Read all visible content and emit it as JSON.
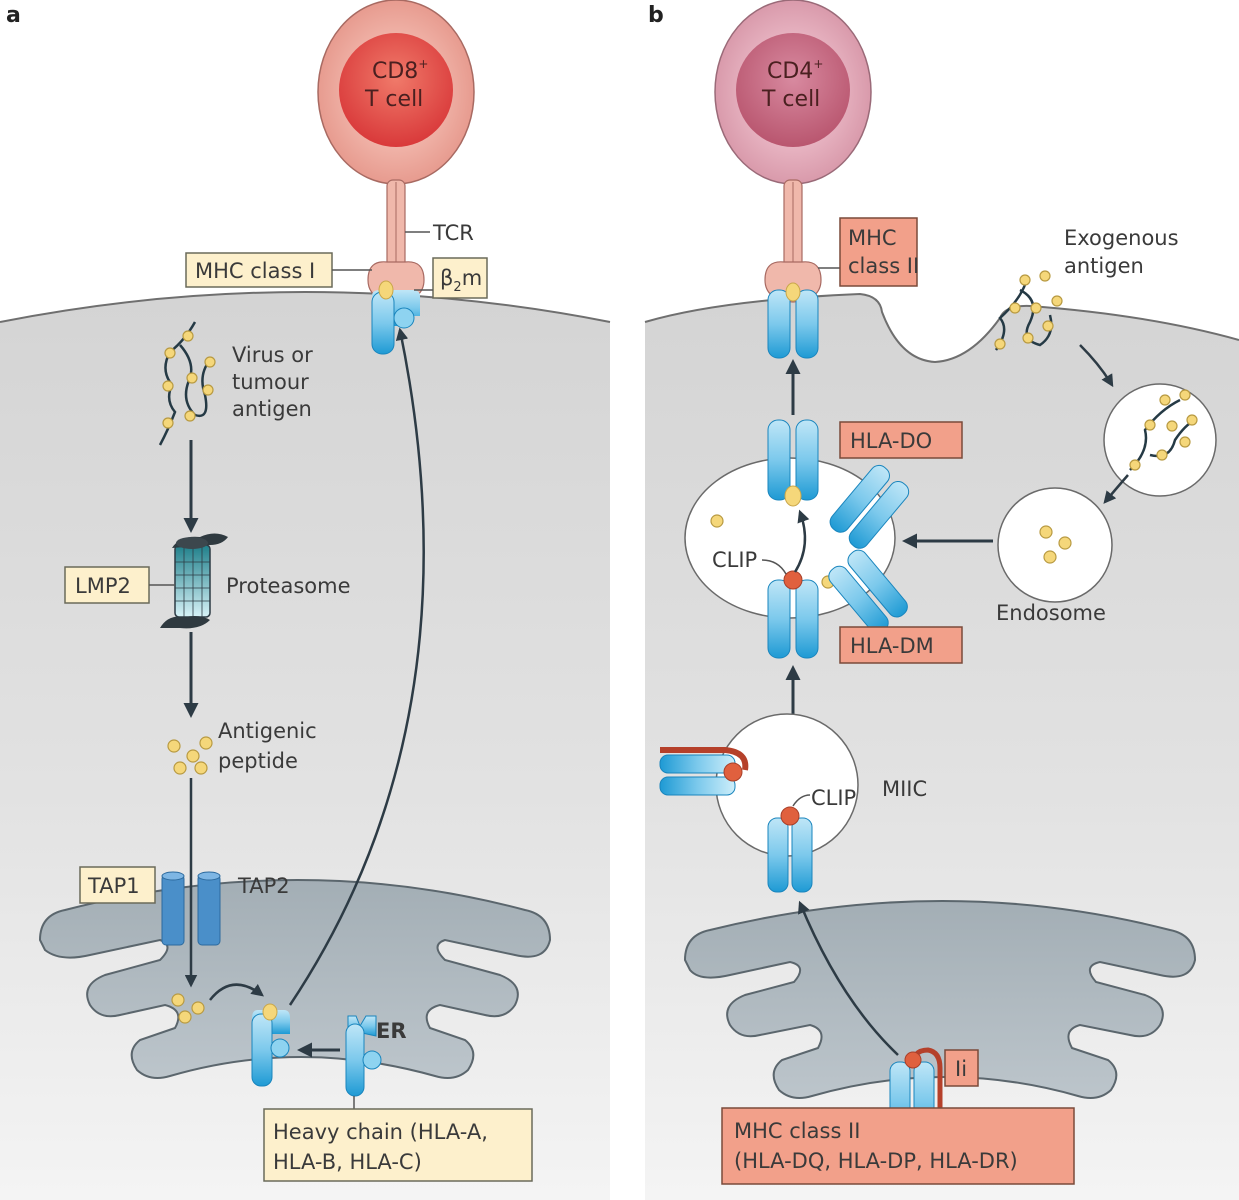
{
  "figure": {
    "panel_a": {
      "letter": "a",
      "t_cell": {
        "line1": "CD8",
        "superscript": "+",
        "line2": "T cell"
      },
      "labels": {
        "tcr": "TCR",
        "mhc_class_i": "MHC class I",
        "b2m_beta": "β",
        "b2m_sub": "2",
        "b2m_m": "m",
        "antigen_line1": "Virus or",
        "antigen_line2": "tumour",
        "antigen_line3": "antigen",
        "lmp2": "LMP2",
        "proteasome": "Proteasome",
        "peptide_line1": "Antigenic",
        "peptide_line2": "peptide",
        "tap1": "TAP1",
        "tap2": "TAP2",
        "er": "ER",
        "heavy_chain_line1": "Heavy chain (HLA-A,",
        "heavy_chain_line2": "HLA-B, HLA-C)"
      }
    },
    "panel_b": {
      "letter": "b",
      "t_cell": {
        "line1": "CD4",
        "superscript": "+",
        "line2": "T cell"
      },
      "labels": {
        "mhc_class_ii_line1": "MHC",
        "mhc_class_ii_line2": "class II",
        "exogenous_line1": "Exogenous",
        "exogenous_line2": "antigen",
        "hla_do": "HLA-DO",
        "hla_dm": "HLA-DM",
        "clip_upper": "CLIP",
        "endosome": "Endosome",
        "miic": "MIIC",
        "clip_lower": "CLIP",
        "ii": "Ii",
        "mhc_ii_box_line1": "MHC class II",
        "mhc_ii_box_line2": "(HLA-DQ, HLA-DP, HLA-DR)"
      }
    },
    "colors": {
      "cd8_cell": "#e07a6e",
      "cd4_cell": "#c77a93",
      "mhc_blue": "#2aa3d8",
      "class_i_label_bg": "#fdf0cc",
      "class_ii_label_bg": "#f2a08a",
      "arrow": "#2d3b45",
      "peptide_yellow": "#f5d77a",
      "clip_red": "#e0603e",
      "er_grey": "#a9b4bb"
    }
  }
}
